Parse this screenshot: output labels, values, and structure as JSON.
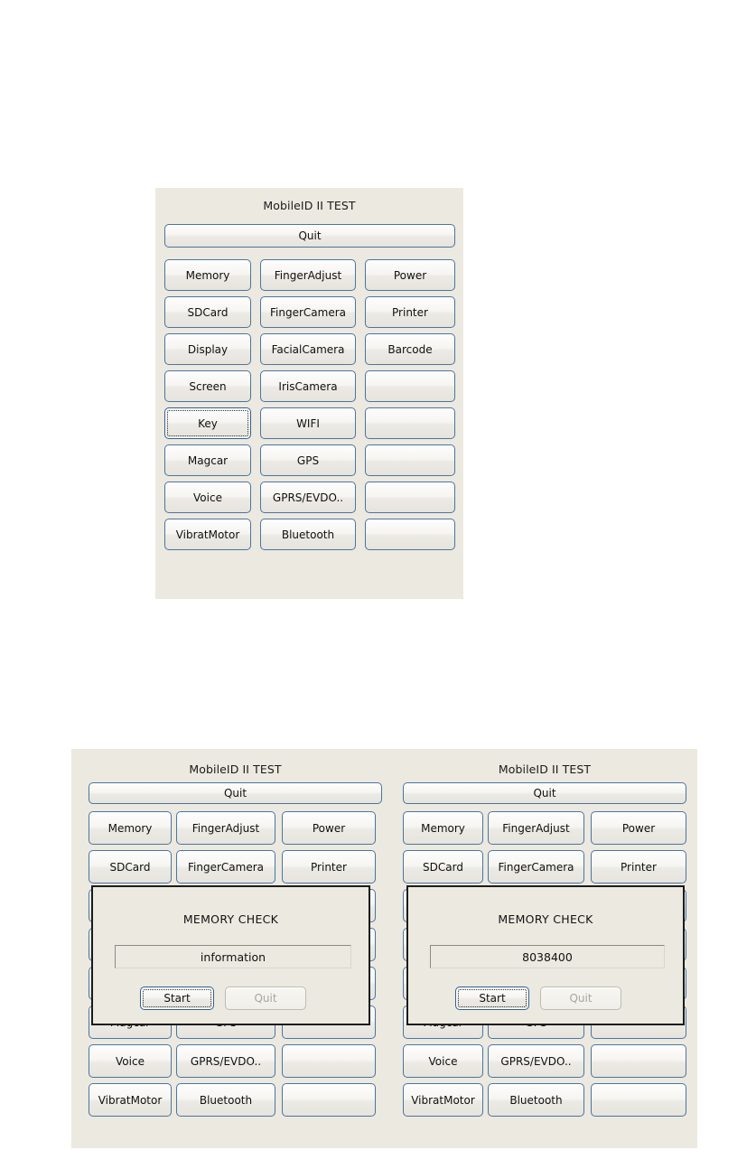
{
  "app": {
    "title": "MobileID II TEST",
    "quit_label": "Quit",
    "columns": {
      "col1": [
        "Memory",
        "SDCard",
        "Display",
        "Screen",
        "Key",
        "Magcar",
        "Voice",
        "VibratMotor"
      ],
      "col2": [
        "FingerAdjust",
        "FingerCamera",
        "FacialCamera",
        "IrisCamera",
        "WIFI",
        "GPS",
        "GPRS/EVDO..",
        "Bluetooth"
      ],
      "col3": [
        "Power",
        "Printer",
        "Barcode",
        "",
        "",
        "",
        "",
        ""
      ]
    },
    "focused_button": "Key"
  },
  "dialog": {
    "title": "MEMORY CHECK",
    "start_label": "Start",
    "quit_label": "Quit",
    "value_before": "information",
    "value_after": "8038400"
  },
  "colors": {
    "panel_bg": "#ece9e0",
    "button_border": "#4c74a0",
    "focus_border": "#2e5f94",
    "dialog_border": "#1b1b1b",
    "text": "#101010",
    "disabled_text": "#a9a69c"
  }
}
